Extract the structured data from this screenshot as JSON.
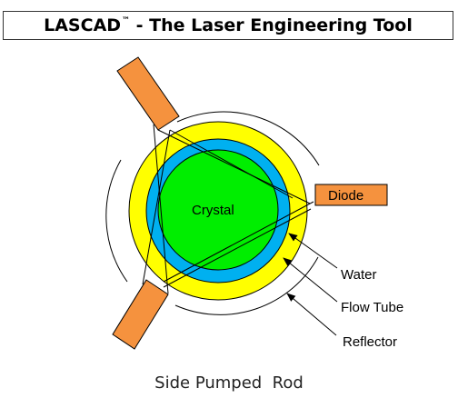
{
  "title": {
    "main": "LASCAD",
    "trademark": "™",
    "rest": " - The Laser Engineering Tool"
  },
  "labels": {
    "crystal": "Crystal",
    "diode": "Diode",
    "water": "Water",
    "flow_tube": "Flow Tube",
    "reflector": "Reflector"
  },
  "caption": "Side Pumped  Rod",
  "colors": {
    "crystal": "#00ee00",
    "water": "#00b0f0",
    "flow_tube": "#ffff00",
    "diode": "#f5923e",
    "outline": "#000000"
  }
}
